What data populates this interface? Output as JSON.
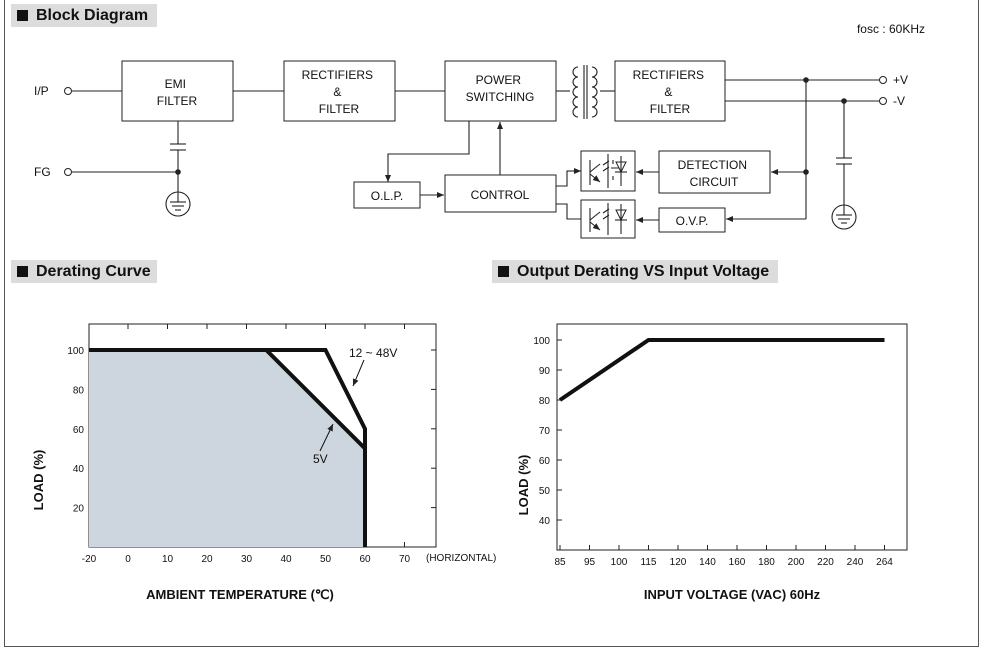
{
  "sections": {
    "block_diagram": "Block Diagram",
    "derating_curve": "Derating Curve",
    "output_derating": "Output Derating VS Input Voltage"
  },
  "block_diagram": {
    "fosc": "fosc : 60KHz",
    "terminals": {
      "ip": "I/P",
      "fg": "FG",
      "vplus": "+V",
      "vminus": "-V"
    },
    "blocks": {
      "emi_filter": [
        "EMI",
        "FILTER"
      ],
      "rect1": [
        "RECTIFIERS",
        "&",
        "FILTER"
      ],
      "power_switching": [
        "POWER",
        "SWITCHING"
      ],
      "rect2": [
        "RECTIFIERS",
        "&",
        "FILTER"
      ],
      "detection": [
        "DETECTION",
        "CIRCUIT"
      ],
      "olp": "O.L.P.",
      "control": "CONTROL",
      "ovp": "O.V.P."
    }
  },
  "chart_data": [
    {
      "type": "line",
      "xlabel": "AMBIENT TEMPERATURE (℃)",
      "ylabel": "LOAD (%)",
      "x_ticks": [
        -20,
        0,
        10,
        20,
        30,
        40,
        50,
        60,
        70
      ],
      "x_tick_labels": [
        "-20",
        "0",
        "10",
        "20",
        "30",
        "40",
        "50",
        "60",
        "70"
      ],
      "x_extra_label": "(HORIZONTAL)",
      "y_ticks": [
        20,
        40,
        60,
        80,
        100
      ],
      "xlim": [
        -20,
        80
      ],
      "ylim": [
        0,
        110
      ],
      "series": [
        {
          "name": "12 ~ 48V",
          "x": [
            -20,
            50,
            60,
            60
          ],
          "y": [
            100,
            100,
            60,
            0
          ]
        },
        {
          "name": "5V",
          "x": [
            -20,
            35,
            60,
            60
          ],
          "y": [
            100,
            100,
            50,
            0
          ]
        }
      ],
      "fill_color": "#cdd5de"
    },
    {
      "type": "line",
      "xlabel": "INPUT VOLTAGE (VAC) 60Hz",
      "ylabel": "LOAD (%)",
      "x_categories": [
        "85",
        "95",
        "100",
        "115",
        "120",
        "140",
        "160",
        "180",
        "200",
        "220",
        "240",
        "264"
      ],
      "y_ticks": [
        40,
        50,
        60,
        70,
        80,
        90,
        100
      ],
      "ylim": [
        30,
        105
      ],
      "series": [
        {
          "x": [
            "85",
            "115",
            "264"
          ],
          "y": [
            80,
            100,
            100
          ]
        }
      ]
    }
  ]
}
